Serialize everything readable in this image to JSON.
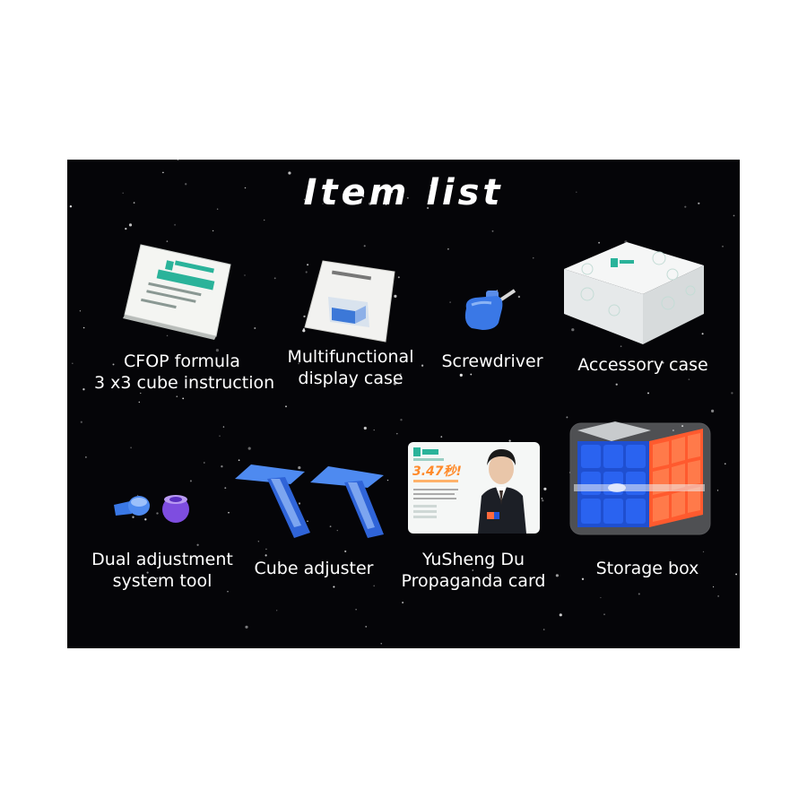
{
  "title": "Item list",
  "colors": {
    "background": "#050508",
    "text": "#ffffff",
    "cube_blue": "#2255d8",
    "cube_orange": "#ff6a3d",
    "accent_green": "#2ab39a",
    "tool_blue": "#3a78e6",
    "tool_purple": "#7e4de0"
  },
  "items": [
    {
      "id": "cfop",
      "lines": [
        "CFOP formula",
        "3 x3 cube instruction"
      ],
      "icon": "instruction-booklet"
    },
    {
      "id": "display",
      "lines": [
        "Multifunctional",
        "display case"
      ],
      "icon": "display-case"
    },
    {
      "id": "screwdriver",
      "lines": [
        "Screwdriver"
      ],
      "icon": "screwdriver"
    },
    {
      "id": "accessory",
      "lines": [
        "Accessory case"
      ],
      "icon": "accessory-box"
    },
    {
      "id": "dualtool",
      "lines": [
        "Dual adjustment",
        "system tool"
      ],
      "icon": "adjustment-tool"
    },
    {
      "id": "adjuster",
      "lines": [
        "Cube adjuster"
      ],
      "icon": "cube-adjuster"
    },
    {
      "id": "card",
      "lines": [
        "YuSheng Du",
        "Propaganda card"
      ],
      "icon": "propaganda-card"
    },
    {
      "id": "storage",
      "lines": [
        "Storage box"
      ],
      "icon": "cube-storage-box"
    }
  ],
  "card": {
    "headline": "3.47秒!"
  }
}
